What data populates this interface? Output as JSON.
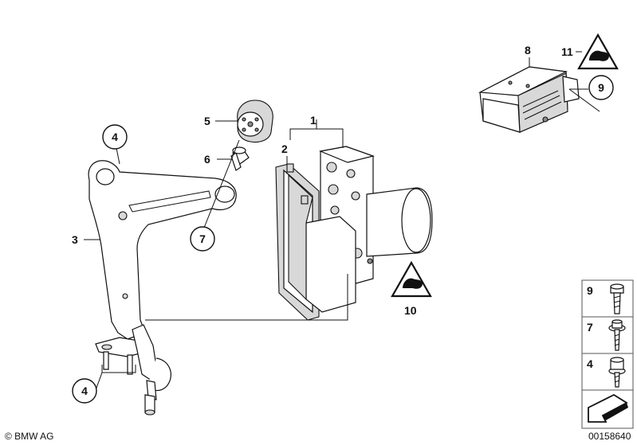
{
  "diagram": {
    "callouts": {
      "c1": "1",
      "c2": "2",
      "c3": "3",
      "c4_top": "4",
      "c4_bottom": "4",
      "c5": "5",
      "c6": "6",
      "c7": "7",
      "c8": "8",
      "c9": "9",
      "c10": "10",
      "c11": "11"
    },
    "legend": {
      "items": [
        "9",
        "7",
        "4"
      ]
    },
    "copyright": "© BMW AG",
    "diagram_number": "00158640"
  }
}
